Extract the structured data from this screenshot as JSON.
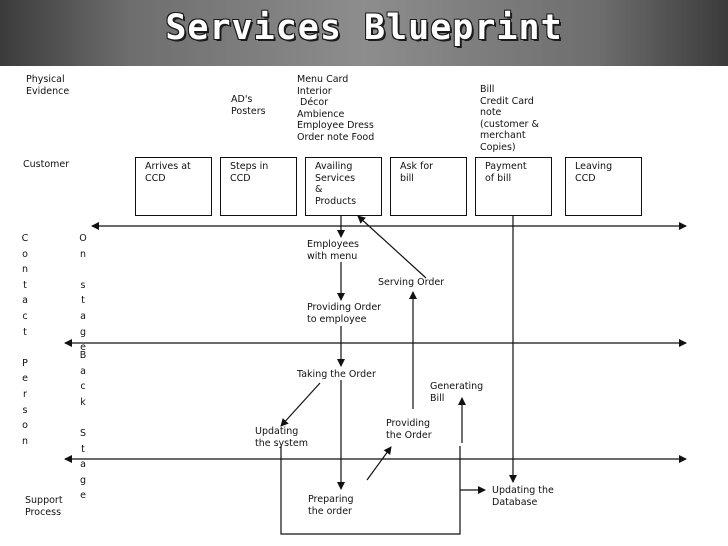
{
  "title": "Services Blueprint",
  "left_labels": {
    "physical_evidence": "Physical\nEvidence",
    "customer": "Customer",
    "support_process": "Support\nProcess",
    "contact_person": [
      "C",
      "o",
      "n",
      "t",
      "a",
      "c",
      "t",
      "",
      "P",
      "e",
      "r",
      "s",
      "o",
      "n"
    ],
    "on_stage": [
      "O",
      "n",
      "",
      "s",
      "t",
      "a",
      "g",
      "e"
    ],
    "back_stage": [
      "B",
      "a",
      "c",
      "k",
      "",
      "S",
      "t",
      "a",
      "g",
      "e"
    ]
  },
  "physical_evidence": {
    "ads": "AD's\nPosters",
    "menu": "Menu Card\nInterior\n Décor\nAmbience\nEmployee Dress\nOrder note Food",
    "bill": "Bill\nCredit Card\nnote\n(customer &\nmerchant\nCopies)"
  },
  "customer_actions": [
    "Arrives at\nCCD",
    "Steps in\nCCD",
    "Availing\nServices\n&\nProducts",
    "Ask for\nbill",
    "Payment\nof bill",
    "Leaving\nCCD"
  ],
  "onstage": {
    "employees": "Employees\nwith menu",
    "providing_order": "Providing Order\nto employee",
    "serving_order": "Serving Order"
  },
  "backstage": {
    "taking_order": "Taking the Order",
    "generating_bill": "Generating\nBill",
    "updating_system": "Updating\nthe system",
    "providing_the_order": "Providing\nthe Order"
  },
  "support": {
    "preparing": "Preparing\nthe order",
    "database": "Updating the\nDatabase"
  }
}
